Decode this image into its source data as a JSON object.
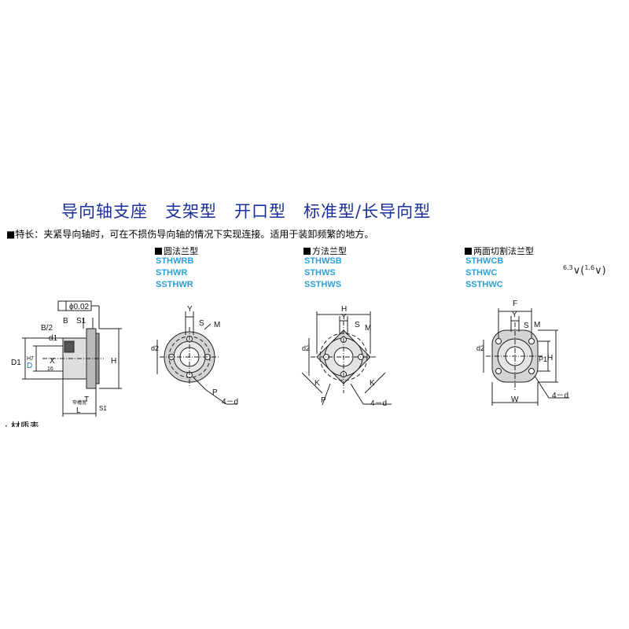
{
  "title": "导向轴支座　支架型　开口型　标准型/长导向型",
  "feature_text": "■特长：夹紧导向轴时，可在不损伤导向轴的情况下实现连接。适用于装卸频繁的地方。",
  "roughness": {
    "r1": "6.3",
    "r2": "1.6"
  },
  "footer_text": "· 材质表",
  "side_view": {
    "tolerance": "ϕ0.02",
    "labels": {
      "b_half": "B/2",
      "b": "B",
      "s1": "S1",
      "d1": "d1",
      "D1": "D1",
      "D": "D",
      "h7": "H7",
      "x": "X",
      "h": "H",
      "l": "L",
      "t": "T",
      "s1_bottom": "S1",
      "sixteen": "16",
      "notch": "窄槽宽"
    }
  },
  "variants": [
    {
      "flange_type": "圆法兰型",
      "models": [
        "STHWRB",
        "STHWR",
        "SSTHWR"
      ],
      "labels": {
        "y": "Y",
        "s": "S",
        "m": "M",
        "d2": "d2",
        "p": "P",
        "holes": "4－d"
      }
    },
    {
      "flange_type": "方法兰型",
      "models": [
        "STHWSB",
        "STHWS",
        "SSTHWS"
      ],
      "labels": {
        "h": "H",
        "y": "Y",
        "s": "S",
        "m": "M",
        "d2": "d2",
        "k1": "K",
        "k2": "K",
        "p": "P",
        "holes": "4－d"
      }
    },
    {
      "flange_type": "两面切割法兰型",
      "models": [
        "STHWCB",
        "STHWC",
        "SSTHWC"
      ],
      "labels": {
        "f": "F",
        "y": "Y",
        "s": "S",
        "m": "M",
        "d2": "d2",
        "p1": "P1",
        "h": "H",
        "w": "W",
        "holes": "4－d"
      }
    }
  ]
}
